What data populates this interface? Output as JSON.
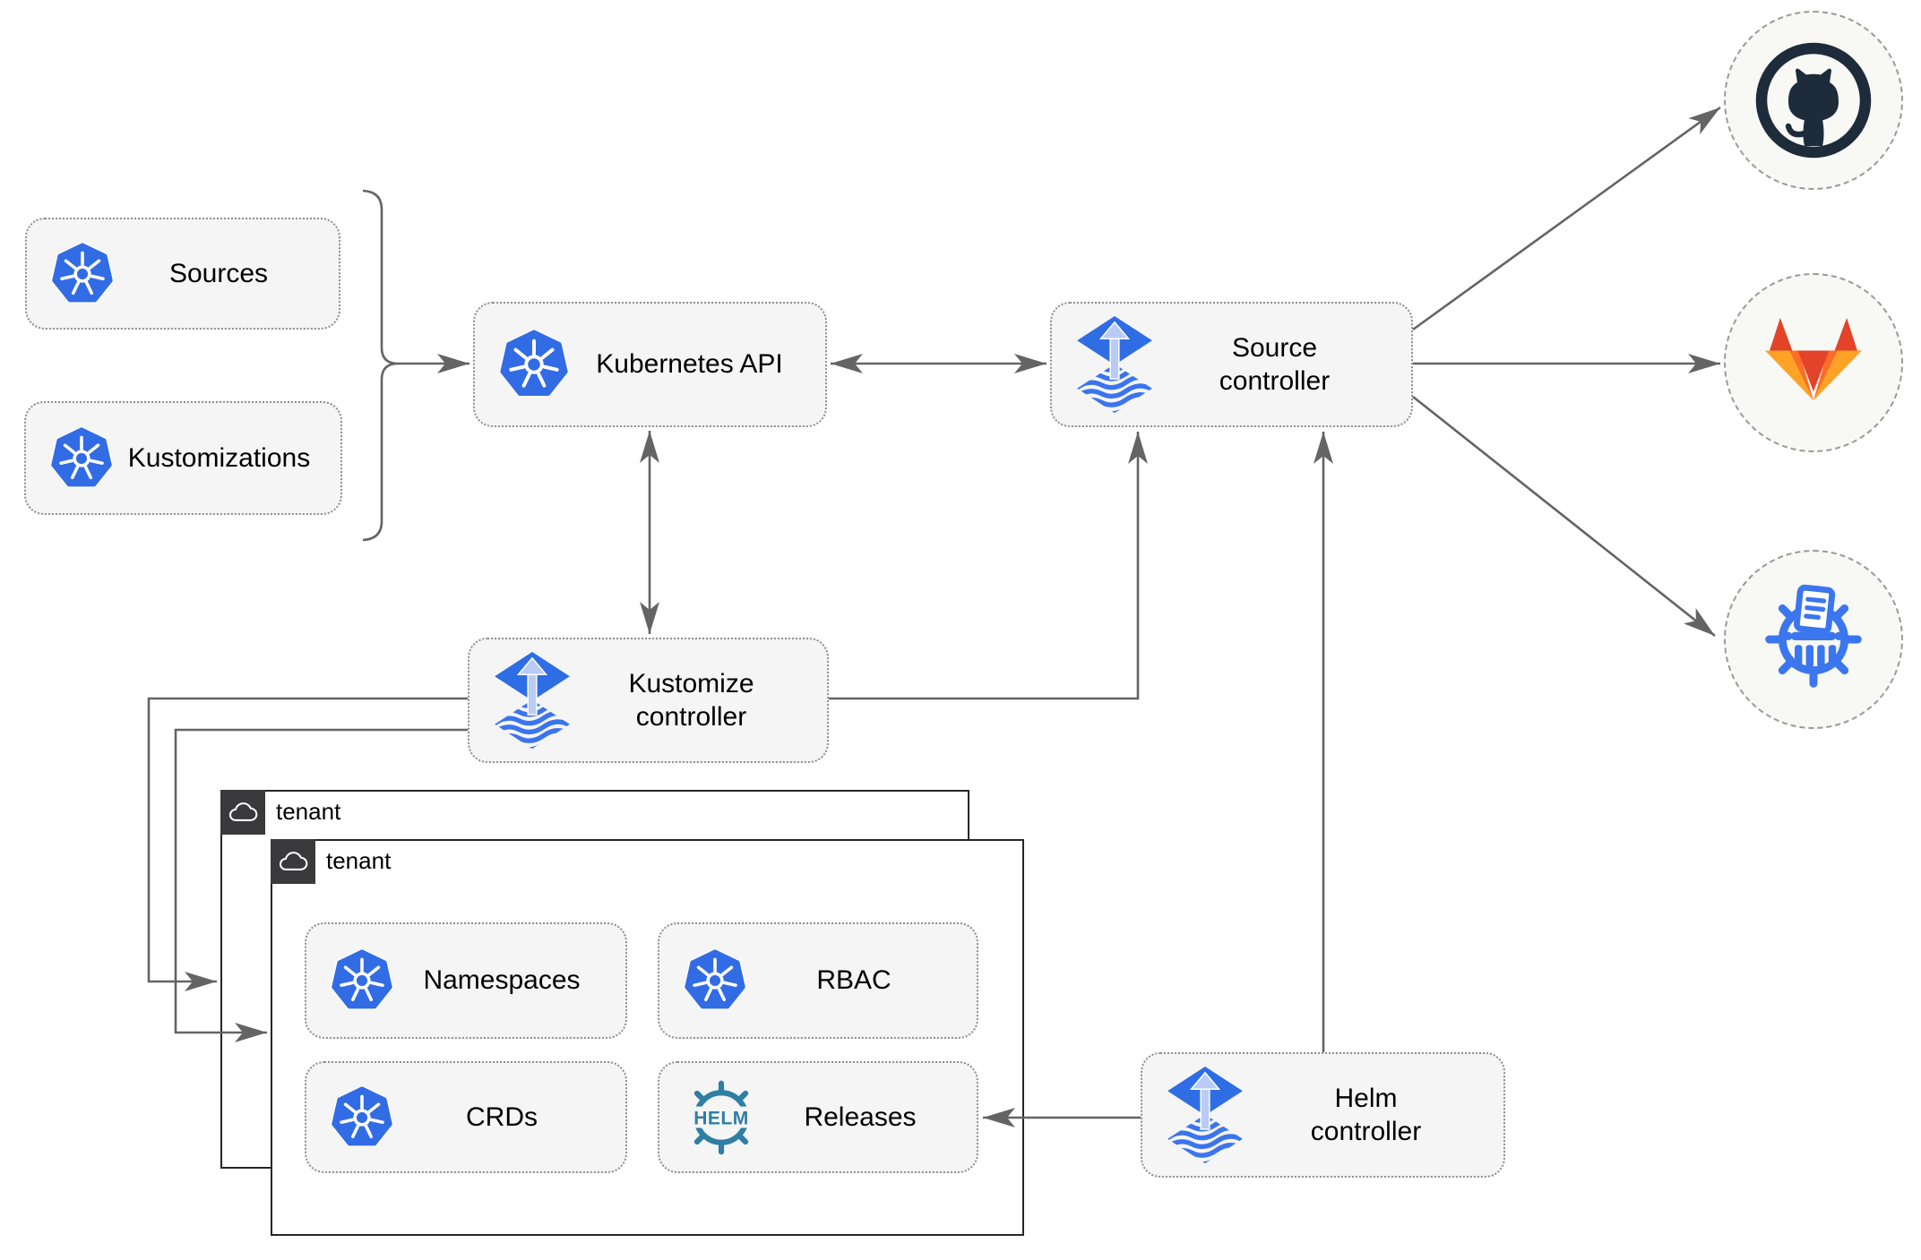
{
  "nodes": {
    "sources": {
      "label": "Sources",
      "icon": "kubernetes-icon"
    },
    "kustomizations": {
      "label": "Kustomizations",
      "icon": "kubernetes-icon"
    },
    "kubernetes_api": {
      "label": "Kubernetes API",
      "icon": "kubernetes-icon"
    },
    "source_controller": {
      "label": "Source controller",
      "icon": "flux-icon"
    },
    "kustomize_controller": {
      "label": "Kustomize controller",
      "icon": "flux-icon"
    },
    "helm_controller": {
      "label": "Helm controller",
      "icon": "flux-icon"
    },
    "namespaces": {
      "label": "Namespaces",
      "icon": "kubernetes-icon"
    },
    "rbac": {
      "label": "RBAC",
      "icon": "kubernetes-icon"
    },
    "crds": {
      "label": "CRDs",
      "icon": "kubernetes-icon"
    },
    "releases": {
      "label": "Releases",
      "icon": "helm-icon",
      "icon_text": "HELM"
    }
  },
  "containers": {
    "outer_tenant": {
      "label": "tenant",
      "icon": "cloud-icon"
    },
    "inner_tenant": {
      "label": "tenant",
      "icon": "cloud-icon"
    }
  },
  "external_endpoints": {
    "github": {
      "icon": "github-icon"
    },
    "gitlab": {
      "icon": "gitlab-icon"
    },
    "oci_registry": {
      "icon": "registry-wheel-icon"
    }
  },
  "colors": {
    "kubernetes_blue": "#326ce5",
    "flux_blue": "#2f6de4",
    "flux_arrow_light": "#b9ccf6",
    "helm_teal": "#2f7ea4",
    "github_dark": "#1d2b3a",
    "gitlab_red": "#e24329",
    "gitlab_orange": "#fc6d26",
    "gitlab_amber": "#fca326",
    "registry_blue": "#3b76ee",
    "connector_gray": "#646464",
    "node_fill": "#f5f5f5",
    "tenant_header_dark": "#3a3a3c"
  }
}
